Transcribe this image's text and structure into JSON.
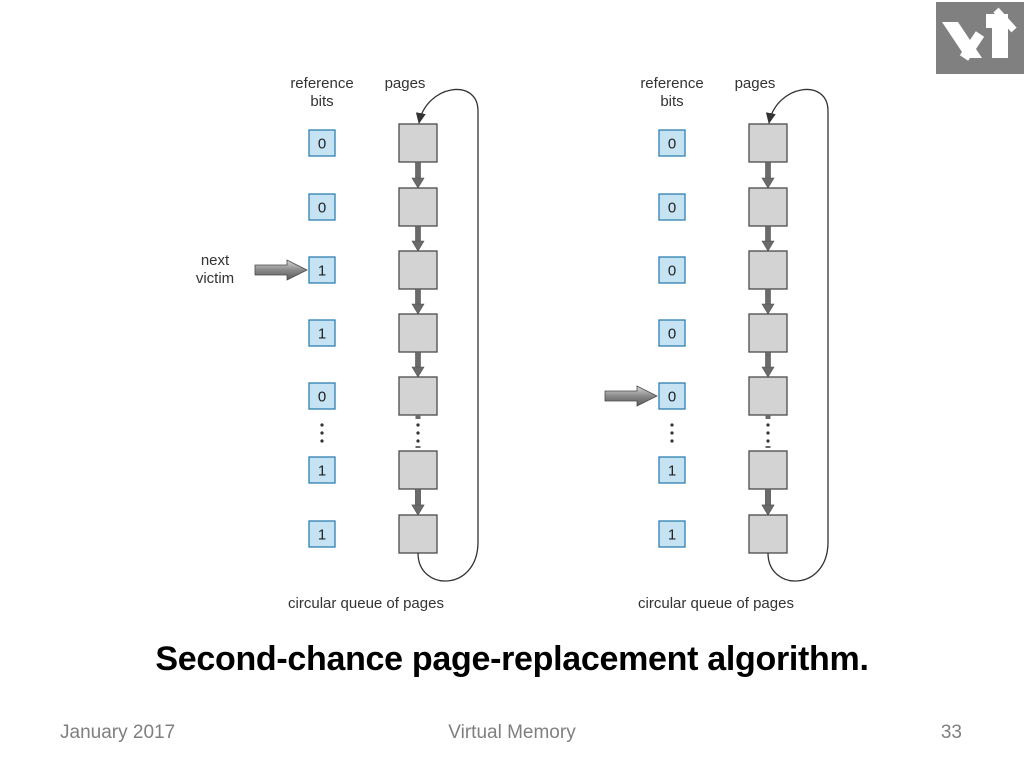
{
  "diagrams": [
    {
      "header_bits": "reference\nbits",
      "header_pages": "pages",
      "bits": [
        "0",
        "0",
        "1",
        "1",
        "0",
        "1",
        "1"
      ],
      "pointer_index": 2,
      "pointer_label": "next\nvictim",
      "footer_label": "circular queue of pages"
    },
    {
      "header_bits": "reference\nbits",
      "header_pages": "pages",
      "bits": [
        "0",
        "0",
        "0",
        "0",
        "0",
        "1",
        "1"
      ],
      "pointer_index": 4,
      "pointer_label": "",
      "footer_label": "circular queue of pages"
    }
  ],
  "caption": "Second-chance page-replacement algorithm.",
  "footer": {
    "date": "January 2017",
    "center": "Virtual Memory",
    "page": "33"
  },
  "colors": {
    "bit_fill": "#c5e3f3",
    "bit_stroke": "#2f7fb0",
    "page_fill": "#d3d3d3",
    "page_stroke": "#4a4a4a",
    "arrow": "#6a6a6a",
    "logo_bg": "#808080"
  }
}
